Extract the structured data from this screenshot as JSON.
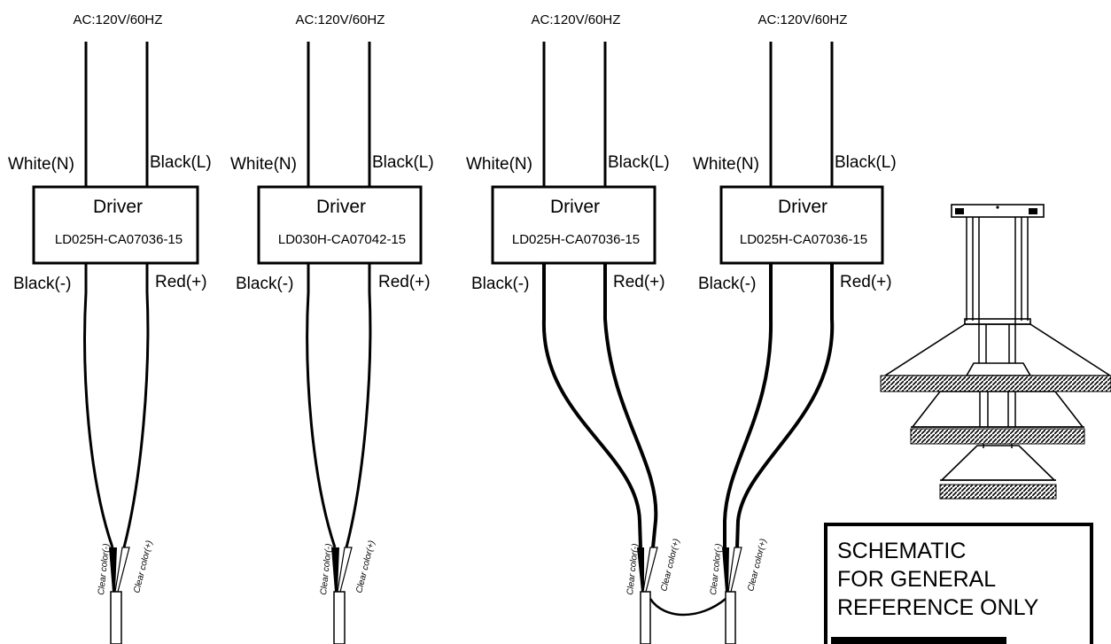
{
  "units": [
    {
      "ac": "AC:120V/60HZ",
      "white": "White(N)",
      "black_l": "Black(L)",
      "driver": "Driver",
      "model": "LD025H-CA07036-15",
      "black_neg": "Black(-)",
      "red_pos": "Red(+)",
      "clear_neg": "Clear color(-)",
      "clear_pos": "Clear color(+)"
    },
    {
      "ac": "AC:120V/60HZ",
      "white": "White(N)",
      "black_l": "Black(L)",
      "driver": "Driver",
      "model": "LD030H-CA07042-15",
      "black_neg": "Black(-)",
      "red_pos": "Red(+)",
      "clear_neg": "Clear color(-)",
      "clear_pos": "Clear color(+)"
    },
    {
      "ac": "AC:120V/60HZ",
      "white": "White(N)",
      "black_l": "Black(L)",
      "driver": "Driver",
      "model": "LD025H-CA07036-15",
      "black_neg": "Black(-)",
      "red_pos": "Red(+)",
      "clear_neg": "Clear color(-)",
      "clear_pos": "Clear color(+)"
    },
    {
      "ac": "AC:120V/60HZ",
      "white": "White(N)",
      "black_l": "Black(L)",
      "driver": "Driver",
      "model": "LD025H-CA07036-15",
      "black_neg": "Black(-)",
      "red_pos": "Red(+)",
      "clear_neg": "Clear color(-)",
      "clear_pos": "Clear color(+)"
    }
  ],
  "note": {
    "line1": "SCHEMATIC",
    "line2": "FOR GENERAL",
    "line3": "REFERENCE ONLY"
  },
  "fixture_icon": "three-tier-pendant-light-icon"
}
